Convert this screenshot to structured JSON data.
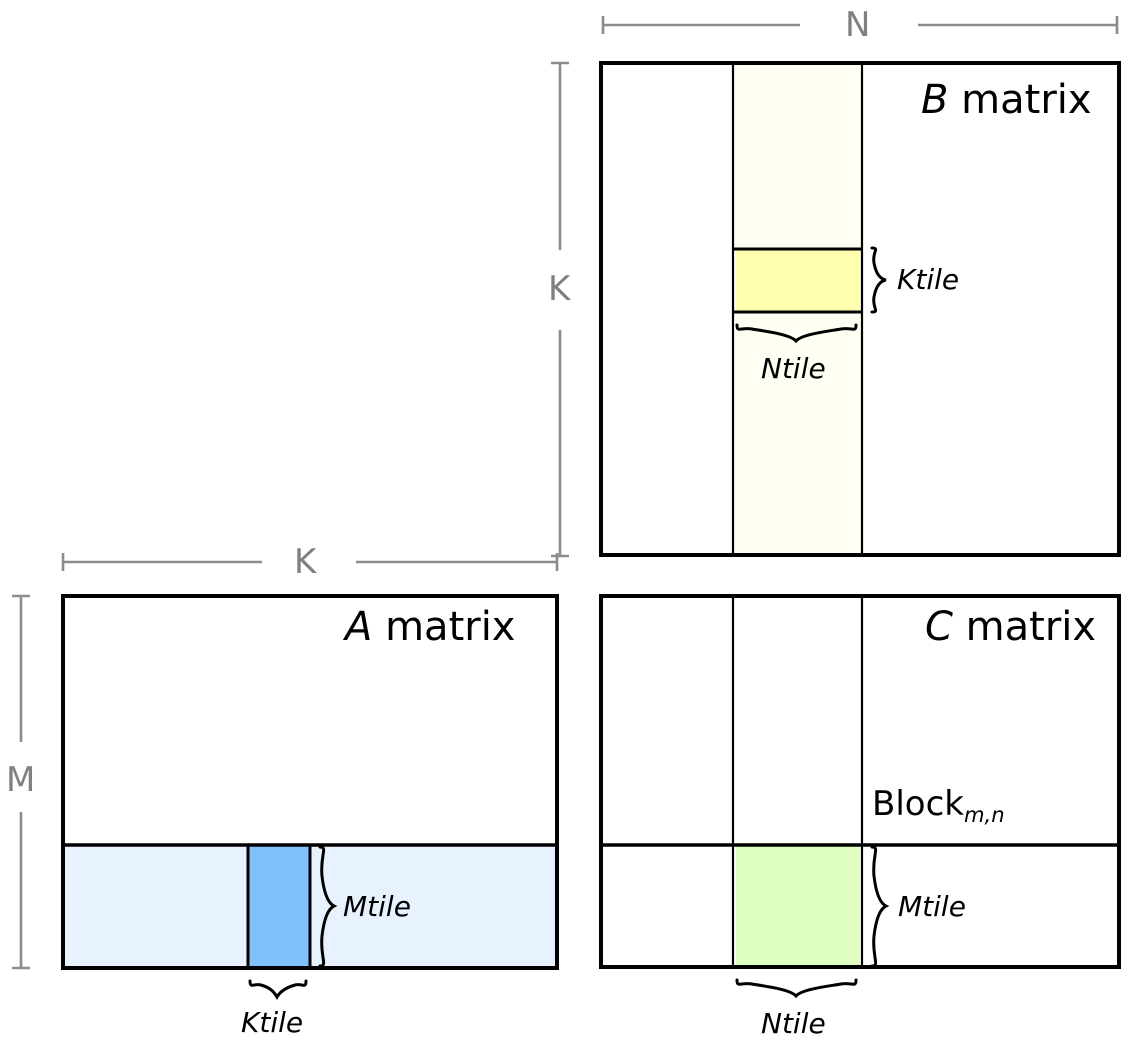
{
  "diagram": {
    "title_semantic": "tiled-matrix-multiplication-blocking-diagram",
    "background": "#ffffff",
    "colors": {
      "outline": "#000000",
      "grid_line": "#000000",
      "dimension_line": "#808080",
      "a_row_band": "#E8F2FE",
      "a_tile": "#7FBFFC",
      "b_column_band": "#FFFFF4",
      "b_tile": "#FFFFAF",
      "c_tile": "#DEFFC1",
      "white": "#FFFFFF"
    }
  },
  "dimensions": {
    "n": {
      "label": "N",
      "orientation": "horizontal",
      "for_matrix": "B"
    },
    "k_vertical": {
      "label": "K",
      "orientation": "vertical",
      "for_matrix": "B"
    },
    "k_horizontal": {
      "label": "K",
      "orientation": "horizontal",
      "for_matrix": "A"
    },
    "m": {
      "label": "M",
      "orientation": "vertical",
      "for_matrix": "A"
    }
  },
  "matrices": {
    "b": {
      "name": "B matrix",
      "name_italic_part": "B",
      "name_rest": " matrix",
      "tile_labels": {
        "ktile": "Ktile",
        "ntile": "Ntile"
      }
    },
    "a": {
      "name": "A matrix",
      "name_italic_part": "A",
      "name_rest": " matrix",
      "tile_labels": {
        "mtile": "Mtile",
        "ktile": "Ktile"
      }
    },
    "c": {
      "name": "C matrix",
      "name_italic_part": "C",
      "name_rest": " matrix",
      "block_label": "Block",
      "block_subscript": "m,n",
      "tile_labels": {
        "mtile": "Mtile",
        "ntile": "Ntile"
      }
    }
  }
}
